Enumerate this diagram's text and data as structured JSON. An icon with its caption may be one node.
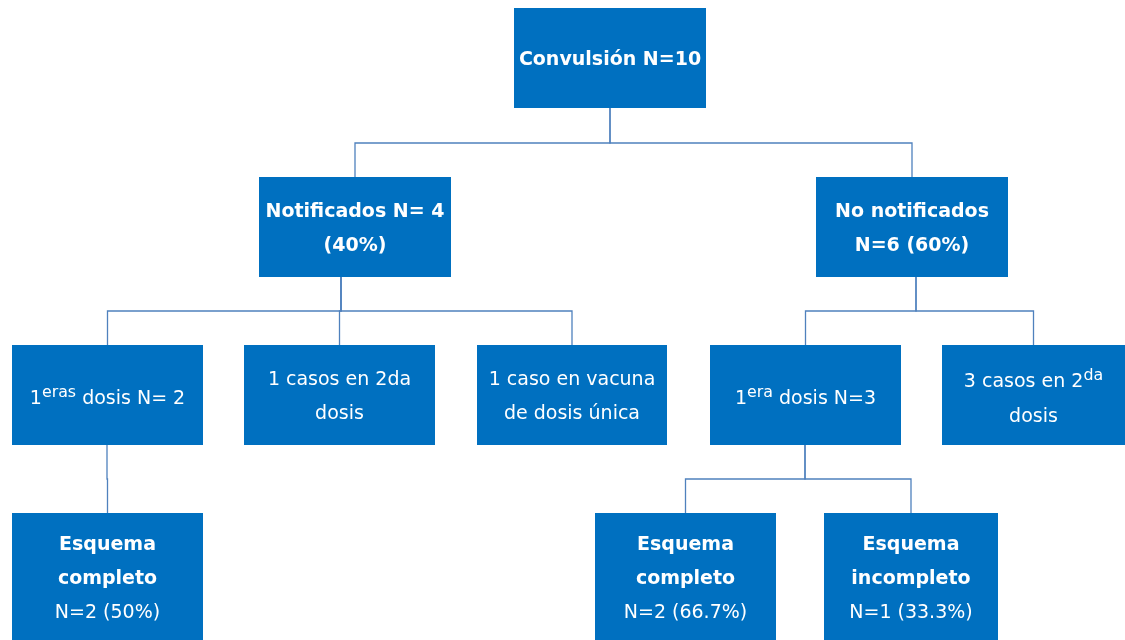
{
  "diagram": {
    "nodes": [
      {
        "text": [
          "Convulsión N=10"
        ]
      },
      {
        "text": [
          "Notificados N= 4 (40%)"
        ]
      },
      {
        "text": [
          "No notificados N=6 (60%)"
        ]
      },
      {
        "text": [
          "1$^{eras}$ dosis N= 2"
        ]
      },
      {
        "text": [
          "1 casos en 2da dosis"
        ]
      },
      {
        "text": [
          "1 caso en vacuna de dosis única"
        ]
      },
      {
        "text": [
          "1$^{era}$ dosis N=3"
        ]
      },
      {
        "text": [
          "3 casos en 2$^{da}$ dosis"
        ]
      },
      {
        "text": [
          "Esquema completo",
          "N=2 (50%)"
        ]
      },
      {
        "text": [
          "Esquema completo",
          "N=2 (66.7%)"
        ]
      },
      {
        "text": [
          "Esquema incompleto",
          "N=1 (33.3%)"
        ]
      }
    ],
    "edges": [
      {
        "from": 0,
        "to": 1,
        "arrow": "none"
      },
      {
        "from": 0,
        "to": 2,
        "arrow": "none"
      },
      {
        "from": 1,
        "to": 3,
        "arrow": "none"
      },
      {
        "from": 1,
        "to": 4,
        "arrow": "none"
      },
      {
        "from": 1,
        "to": 5,
        "arrow": "none"
      },
      {
        "from": 2,
        "to": 6,
        "arrow": "none"
      },
      {
        "from": 2,
        "to": 7,
        "arrow": "none"
      },
      {
        "from": 3,
        "to": 8,
        "arrow": "none"
      },
      {
        "from": 6,
        "to": 9,
        "arrow": "none"
      },
      {
        "from": 6,
        "to": 10,
        "arrow": "none"
      }
    ]
  }
}
